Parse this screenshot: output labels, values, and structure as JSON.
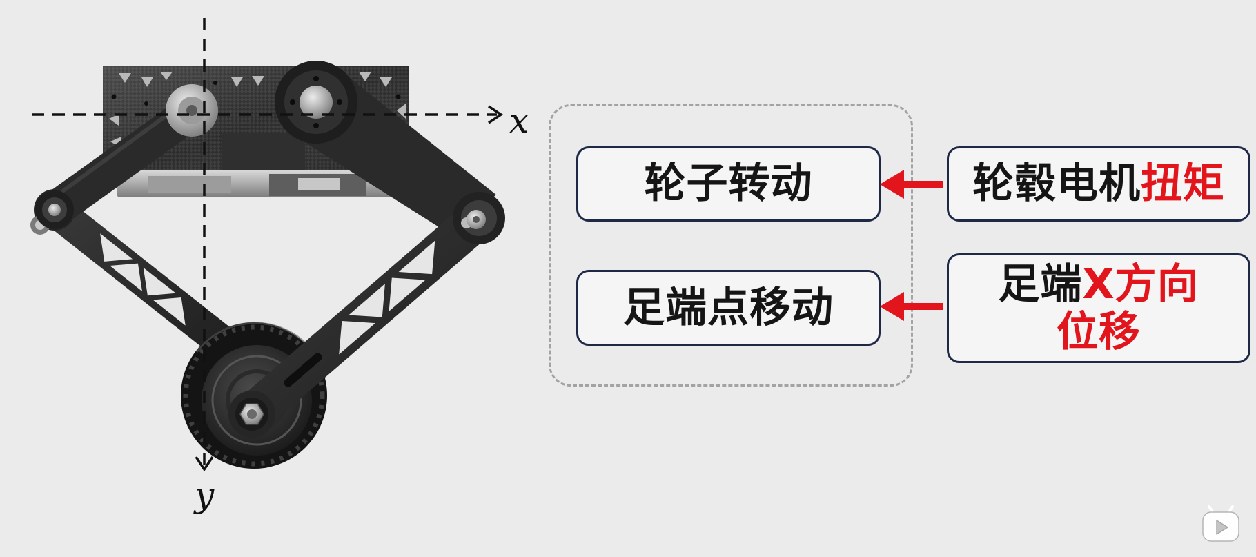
{
  "axes": {
    "x_label": "x",
    "y_label": "y"
  },
  "effects": [
    {
      "label": "轮子转动"
    },
    {
      "label": "足端点移动"
    }
  ],
  "causes": [
    {
      "lines": [
        [
          {
            "text": "轮毂电机",
            "emphasis": false
          },
          {
            "text": "扭矩",
            "emphasis": true
          }
        ]
      ]
    },
    {
      "lines": [
        [
          {
            "text": "足端",
            "emphasis": false
          },
          {
            "text": "X方向",
            "emphasis": true
          }
        ],
        [
          {
            "text": "位移",
            "emphasis": true
          }
        ]
      ]
    }
  ],
  "colors": {
    "background": "#ebebeb",
    "text": "#151515",
    "emphasis": "#e3151c",
    "arrow": "#e3151c",
    "box_border": "#1e2946",
    "group_border": "#a3a3a3",
    "axis": "#111111"
  },
  "icons": {
    "arrow": "arrow-left-icon",
    "watermark": "bilibili-watermark-icon"
  }
}
